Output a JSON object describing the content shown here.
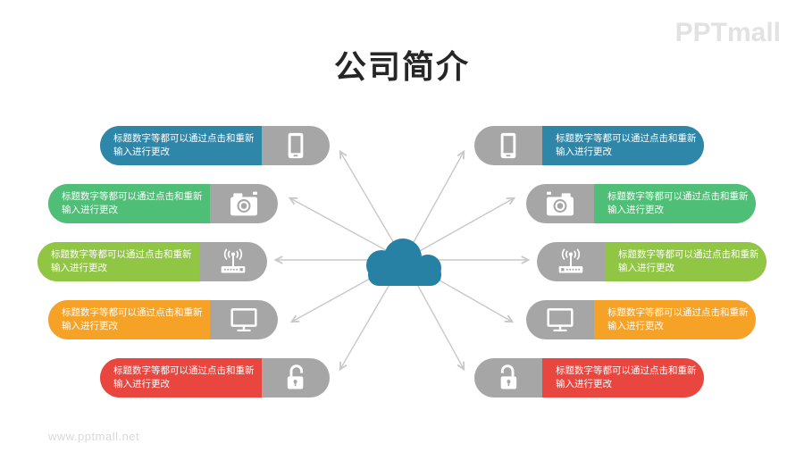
{
  "title": "公司简介",
  "brand": {
    "logo": "PPTmall",
    "watermark": "www.pptmall.net"
  },
  "colors": {
    "teal": "#2E86A8",
    "green": "#4FBE76",
    "lime": "#91C544",
    "orange": "#F6A227",
    "red": "#E8463F",
    "gray": "#A6A6A6",
    "cloud": "#2781A5",
    "arrow": "#C8C8C8",
    "title": "#262626",
    "logo": "#E2E2E2",
    "muted": "#D9D9D9"
  },
  "center": {
    "icon": "cloud-icon"
  },
  "left_items": [
    {
      "text": "标题数字等都可以通过点击和重新输入进行更改",
      "icon": "smartphone-icon",
      "color": "teal"
    },
    {
      "text": "标题数字等都可以通过点击和重新输入进行更改",
      "icon": "camera-icon",
      "color": "green"
    },
    {
      "text": "标题数字等都可以通过点击和重新输入进行更改",
      "icon": "wifi-router-icon",
      "color": "lime"
    },
    {
      "text": "标题数字等都可以通过点击和重新输入进行更改",
      "icon": "monitor-icon",
      "color": "orange"
    },
    {
      "text": "标题数字等都可以通过点击和重新输入进行更改",
      "icon": "padlock-icon",
      "color": "red"
    }
  ],
  "right_items": [
    {
      "text": "标题数字等都可以通过点击和重新输入进行更改",
      "icon": "smartphone-icon",
      "color": "teal"
    },
    {
      "text": "标题数字等都可以通过点击和重新输入进行更改",
      "icon": "camera-icon",
      "color": "green"
    },
    {
      "text": "标题数字等都可以通过点击和重新输入进行更改",
      "icon": "wifi-router-icon",
      "color": "lime"
    },
    {
      "text": "标题数字等都可以通过点击和重新输入进行更改",
      "icon": "monitor-icon",
      "color": "orange"
    },
    {
      "text": "标题数字等都可以通过点击和重新输入进行更改",
      "icon": "padlock-icon",
      "color": "red"
    }
  ]
}
